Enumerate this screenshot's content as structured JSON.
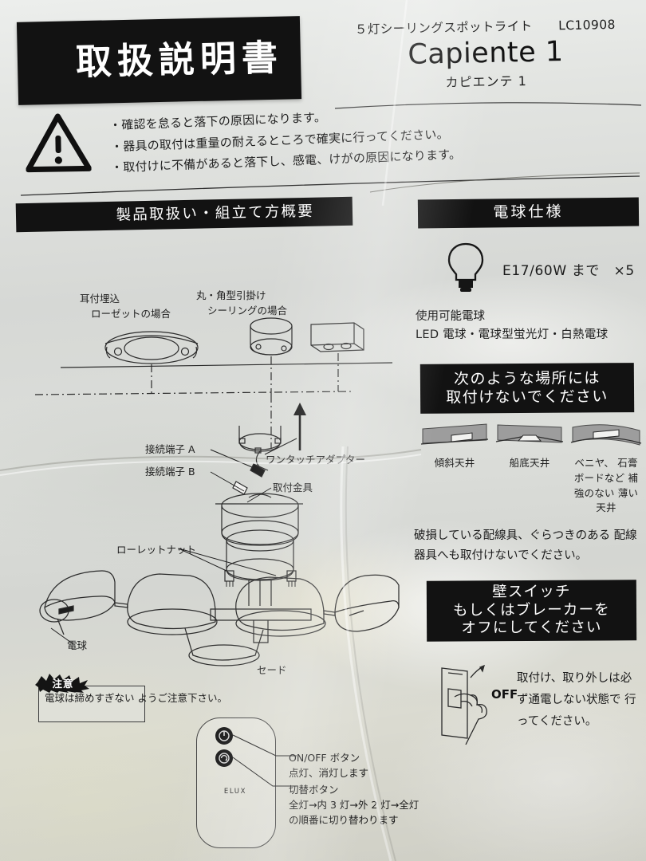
{
  "document": {
    "title": "取扱説明書",
    "product_line": "５灯シーリングスポットライト",
    "model": "LC10908",
    "product_name": "Capiente 1",
    "product_name_jp": "カピエンテ 1"
  },
  "warning": {
    "icon": "warning-triangle-icon",
    "items": [
      "・確認を怠ると落下の原因になります。",
      "・器具の取付は重量の耐えるところで確実に行ってください。",
      "・取付けに不備があると落下し、感電、けがの原因になります。"
    ]
  },
  "sections": {
    "left_band": "製品取扱い・組立て方概要",
    "right_band": "電球仕様",
    "no_install_band_line1": "次のような場所には",
    "no_install_band_line2": "取付けないでください",
    "switch_band_line1": "壁スイッチ",
    "switch_band_line2": "もしくはブレーカーを",
    "switch_band_line3": "オフにしてください"
  },
  "bulb_spec": {
    "icon": "light-bulb-icon",
    "rating": "E17/60W まで　×5",
    "usable_label": "使用可能電球",
    "usable_types": "LED 電球・電球型蛍光灯・白熱電球"
  },
  "ceiling_types": [
    {
      "icon": "sloped-ceiling-icon",
      "caption": "傾斜天井"
    },
    {
      "icon": "boat-bottom-ceiling-icon",
      "caption": "船底天井"
    },
    {
      "icon": "thin-ceiling-icon",
      "caption": "ベニヤ、\n石膏ボードなど\n補強のない\n薄い天井"
    }
  ],
  "broken_fixture_note": "破損している配線具、ぐらつきのある\n配線器具へも取付けないでください。",
  "switch_illustration": {
    "icon": "wall-switch-hand-icon",
    "off_label": "OFF",
    "note": "取付け、取り外しは必\nず通電しない状態で\n行ってください。"
  },
  "assembly_labels": {
    "rosette_line1": "耳付埋込",
    "rosette_line2": "ローゼットの場合",
    "ceiling_rose_line1": "丸・角型引掛け",
    "ceiling_rose_line2": "シーリングの場合",
    "terminal_a": "接続端子 A",
    "terminal_b": "接続端子 B",
    "one_touch_adapter": "ワンタッチアダプター",
    "mounting_bracket": "取付金具",
    "knurled_nut": "ローレットナット",
    "bulb": "電球",
    "shade": "セード"
  },
  "caution": {
    "badge": "注意",
    "text": "電球は締めすぎない\nようご注意下さい。"
  },
  "remote": {
    "brand": "ELUX",
    "buttons": [
      {
        "icon": "power-icon",
        "label": "ON/OFF ボタン",
        "desc": "点灯、消灯します"
      },
      {
        "icon": "toggle-mode-icon",
        "label": "切替ボタン",
        "desc": "全灯→内 3 灯→外 2 灯→全灯\nの順番に切り替わります"
      }
    ]
  },
  "colors": {
    "ink": "#1b1b1b",
    "band_bg": "#121212",
    "band_fg": "#ffffff",
    "paper": "#d7d9d6",
    "ceiling_fill": "#9a9a9a"
  }
}
